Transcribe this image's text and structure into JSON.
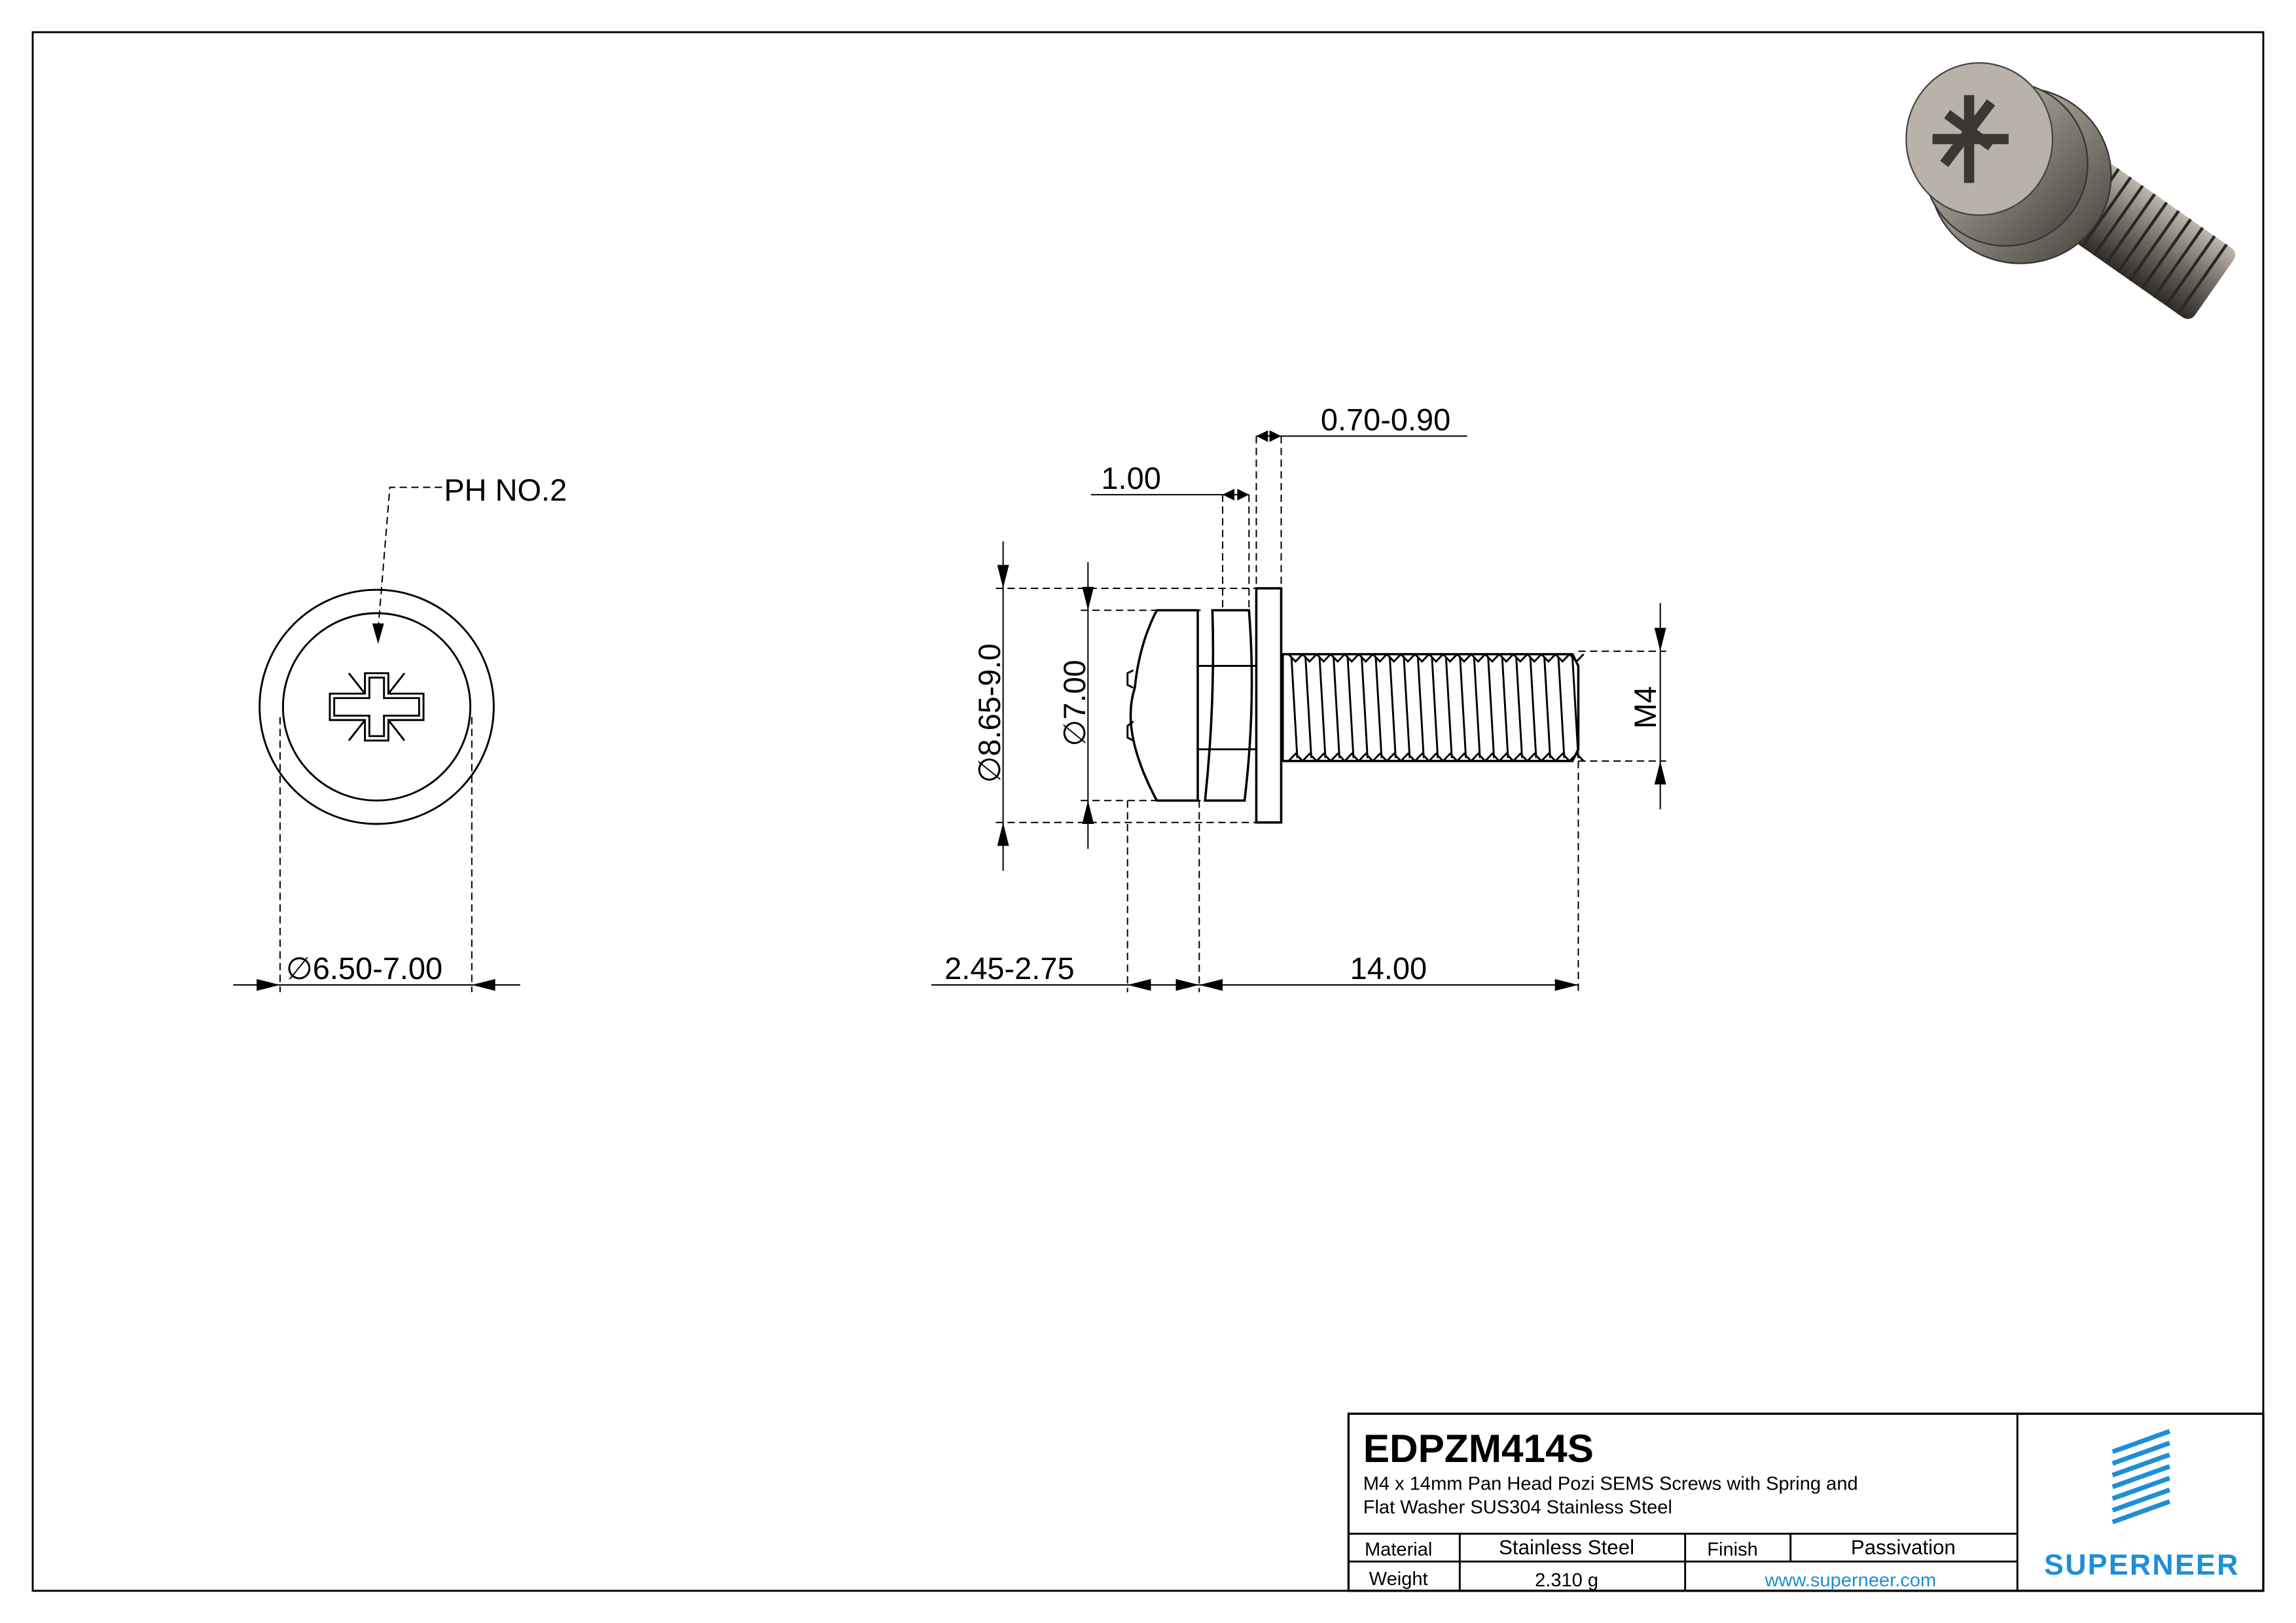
{
  "drawing": {
    "front_view": {
      "drive_label": "PH NO.2",
      "head_diameter": "6.50-7.00",
      "diameter_symbol": "∅"
    },
    "side_view": {
      "flat_washer_thickness": "0.70-0.90",
      "spring_washer_thickness": "1.00",
      "flat_washer_diameter": "∅8.65-9.0",
      "spring_washer_diameter": "∅7.00",
      "head_height": "2.45-2.75",
      "length": "14.00",
      "thread": "M4"
    }
  },
  "title_block": {
    "part_number": "EDPZM414S",
    "description_line1": "M4 x 14mm Pan Head Pozi SEMS Screws with Spring and",
    "description_line2": "Flat Washer SUS304 Stainless Steel",
    "material_label": "Material",
    "material_value": "Stainless Steel",
    "finish_label": "Finish",
    "finish_value": "Passivation",
    "weight_label": "Weight",
    "weight_value": "2.310 g",
    "website": "www.superneer.com",
    "brand": "SUPERNEER",
    "brand_color": "#1e8fd6"
  }
}
